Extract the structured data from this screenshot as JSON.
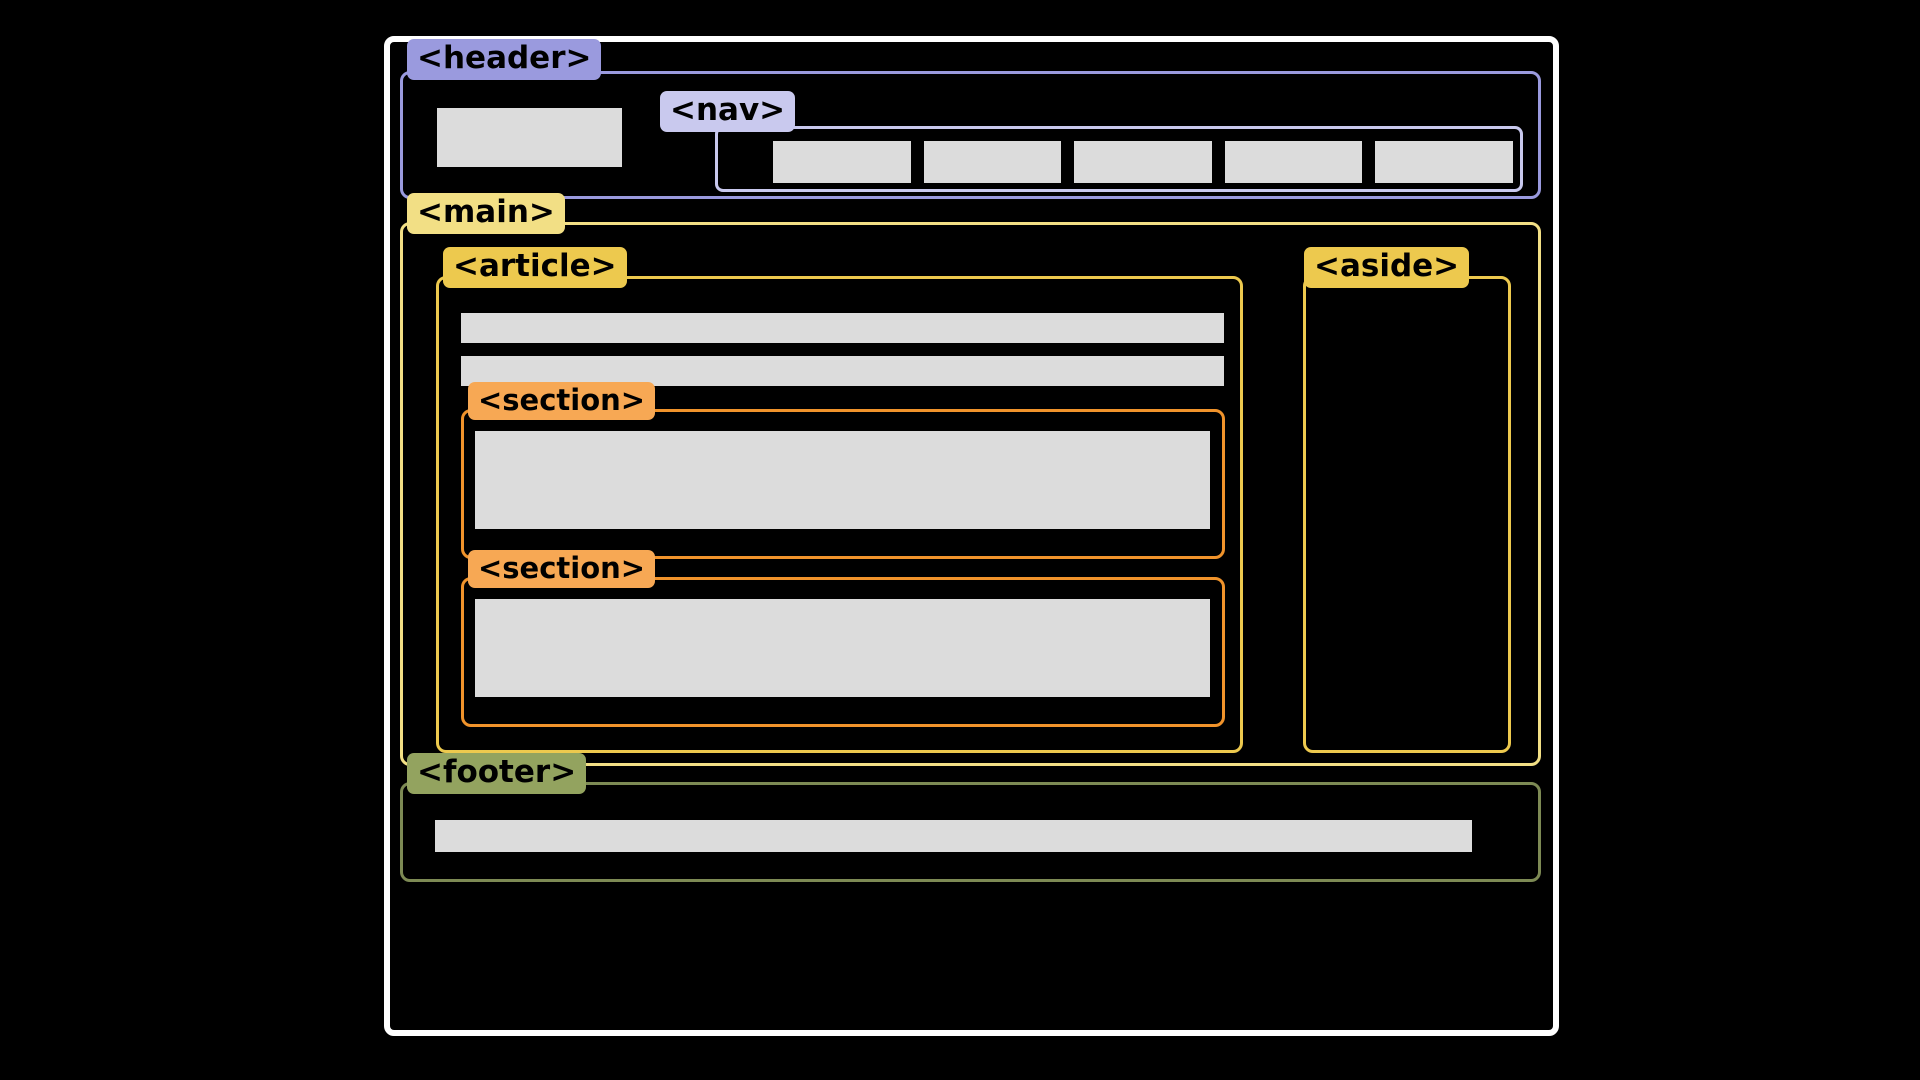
{
  "diagram": {
    "title": "HTML5 semantic layout structure diagram",
    "background_color": "#000000",
    "frame_color": "#ffffff",
    "placeholder_color": "#dcdcdc"
  },
  "regions": {
    "header": {
      "label": "<header>",
      "tag_color": "#9a9ade",
      "border_color": "#9a9ade",
      "logo_placeholder": ""
    },
    "nav": {
      "label": "<nav>",
      "tag_color": "#c9c9ee",
      "border_color": "#c9c9ee",
      "items": [
        "",
        "",
        "",
        "",
        ""
      ],
      "item_count": 5
    },
    "main": {
      "label": "<main>",
      "tag_color": "#f2df85",
      "border_color": "#f2df85"
    },
    "article": {
      "label": "<article>",
      "tag_color": "#edc94e",
      "border_color": "#edc94e",
      "bars": [
        "",
        ""
      ]
    },
    "sections": [
      {
        "label": "<section>",
        "tag_color": "#f7a854",
        "border_color": "#f0932b",
        "body": ""
      },
      {
        "label": "<section>",
        "tag_color": "#f7a854",
        "border_color": "#f0932b",
        "body": ""
      }
    ],
    "aside": {
      "label": "<aside>",
      "tag_color": "#edc94e",
      "border_color": "#edc94e"
    },
    "footer": {
      "label": "<footer>",
      "tag_color": "#93a35f",
      "border_color": "#7d8a54",
      "bar": ""
    }
  }
}
